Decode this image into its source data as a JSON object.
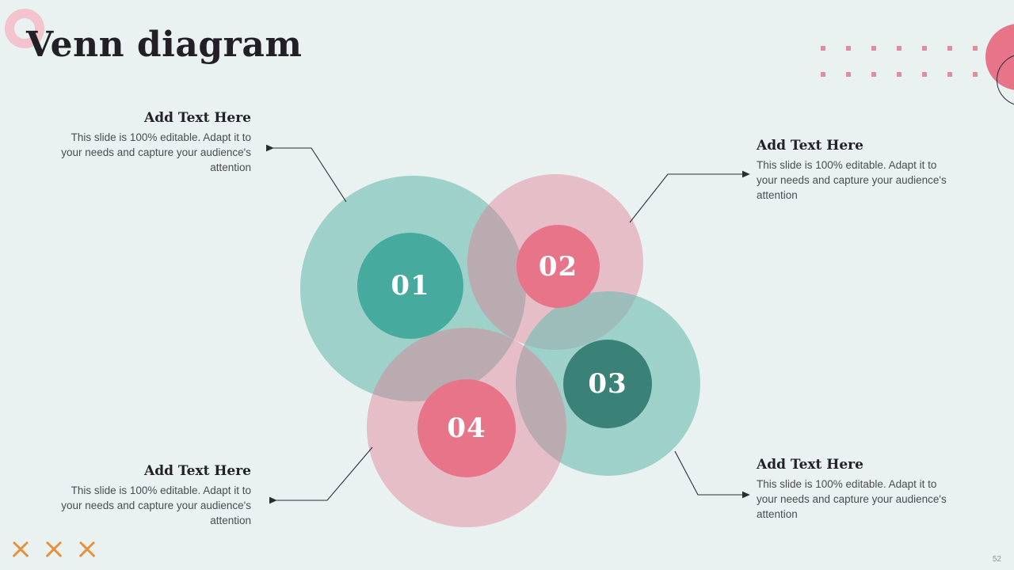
{
  "slide": {
    "title": "Venn diagram",
    "page_number": "52",
    "background_color": "#e9f2f1"
  },
  "colors": {
    "teal_light": "#a8d8d0",
    "teal_solid": "#46ab9e",
    "teal_dark": "#3a8277",
    "pink_light": "#f2c2c8",
    "pink_solid": "#e8748a",
    "accent_orange": "#e8913c",
    "text_dark": "#232026",
    "text_body": "#4b4b51"
  },
  "venn": {
    "circles": [
      {
        "number": "01",
        "tone": "teal"
      },
      {
        "number": "02",
        "tone": "pink"
      },
      {
        "number": "03",
        "tone": "darkteal"
      },
      {
        "number": "04",
        "tone": "pink"
      }
    ]
  },
  "callouts": [
    {
      "id": "top-left",
      "heading": "Add Text Here",
      "body": "This slide is 100% editable. Adapt it to your needs and capture your audience's attention"
    },
    {
      "id": "top-right",
      "heading": "Add Text Here",
      "body": "This slide is 100% editable. Adapt it to your needs and capture your audience's attention"
    },
    {
      "id": "bottom-left",
      "heading": "Add Text Here",
      "body": "This slide is 100% editable. Adapt it to your needs and capture your audience's attention"
    },
    {
      "id": "bottom-right",
      "heading": "Add Text Here",
      "body": "This slide is 100% editable. Adapt it to your needs and capture your audience's attention"
    }
  ],
  "decorations": {
    "ring_top_left": "pink-ring",
    "circle_top_right": "pink-circle",
    "ring_top_right": "outline-circle",
    "dot_grid_rows": 2,
    "dot_grid_cols": 7,
    "x_marks_count": 3
  }
}
